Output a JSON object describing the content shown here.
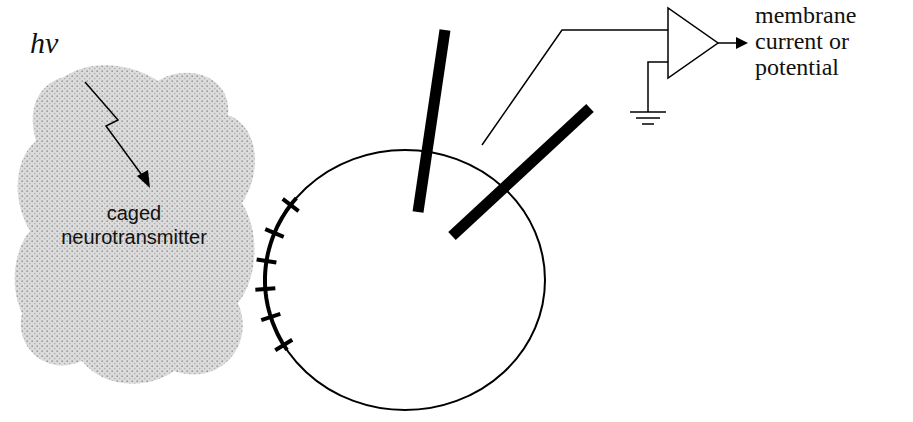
{
  "diagram": {
    "nodes": [
      {
        "text": [
          "caged neurotransmitter"
        ]
      }
    ],
    "labels": [
      "hν",
      "membrane current or potential"
    ]
  }
}
